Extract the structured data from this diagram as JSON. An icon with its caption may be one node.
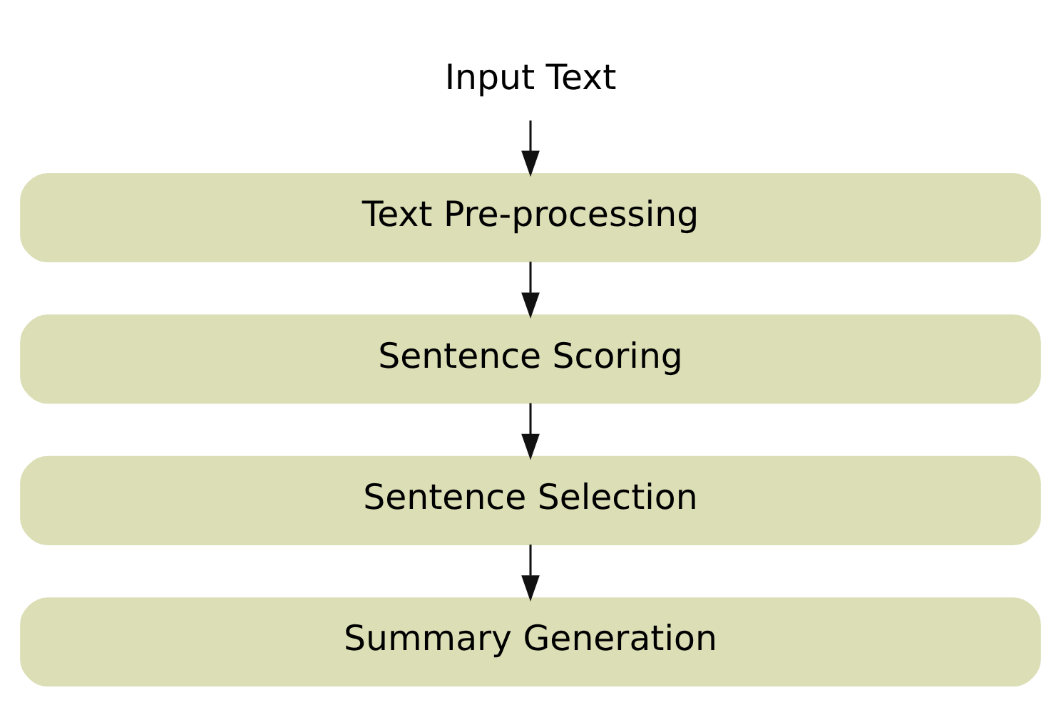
{
  "diagram": {
    "nodes": [
      {
        "text": [
          "Input Text"
        ]
      },
      {
        "text": [
          "Text Pre-processing"
        ]
      },
      {
        "text": [
          "Sentence Scoring"
        ]
      },
      {
        "text": [
          "Sentence Selection"
        ]
      },
      {
        "text": [
          "Summary Generation"
        ]
      }
    ],
    "edges": [
      {
        "from": 0,
        "to": 1,
        "arrow": "to"
      },
      {
        "from": 1,
        "to": 2,
        "arrow": "to"
      },
      {
        "from": 2,
        "to": 3,
        "arrow": "to"
      },
      {
        "from": 3,
        "to": 4,
        "arrow": "to"
      }
    ]
  }
}
